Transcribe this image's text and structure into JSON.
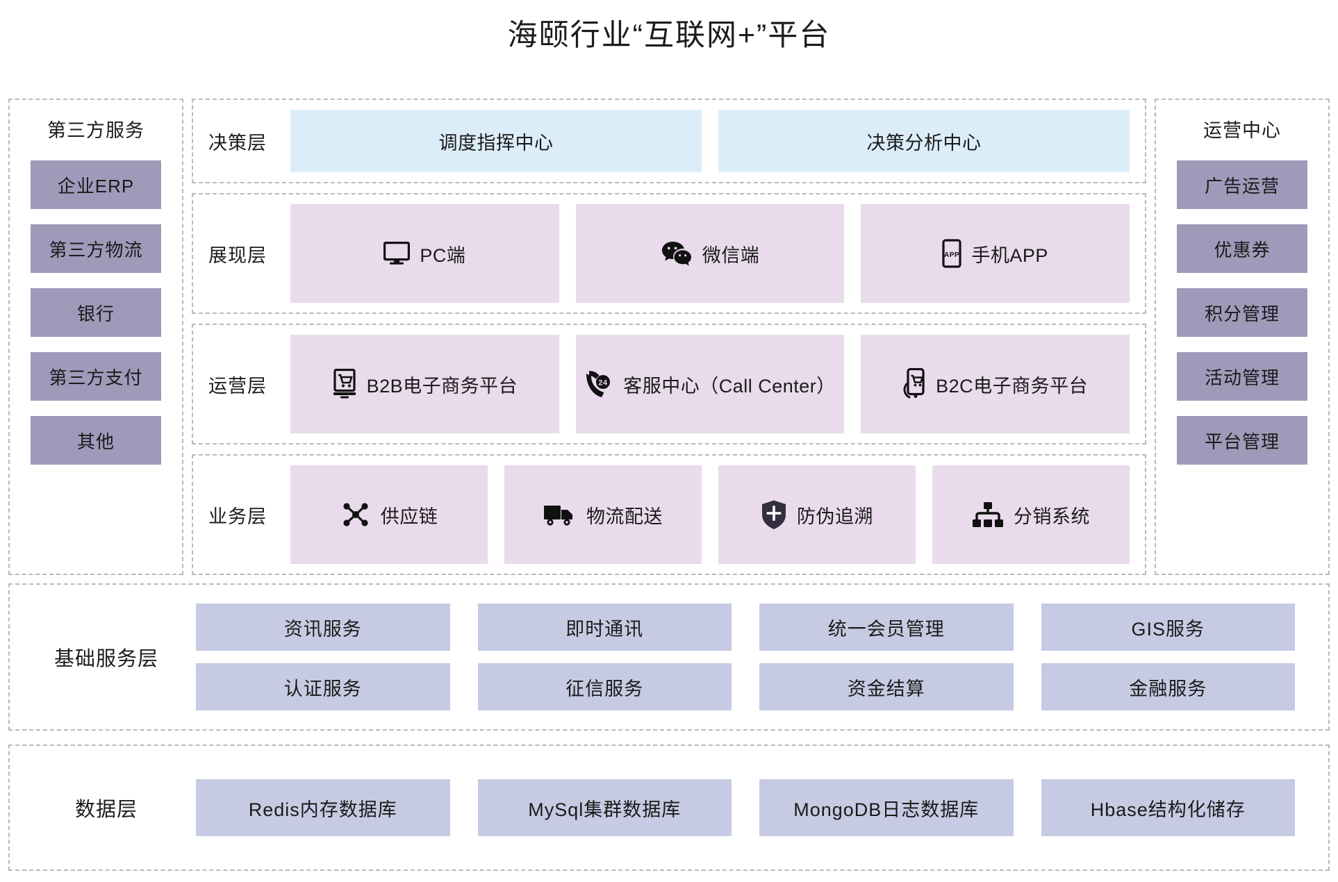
{
  "title": "海颐行业“互联网+”平台",
  "colors": {
    "purple_chip": "#9e9ab9",
    "blue_chip": "#c6cae2",
    "pink_card": "#e9dbeb",
    "light_blue_card": "#dcedfa",
    "dashed_border": "#b9b9b9",
    "text": "#1a1a1a"
  },
  "left_panel": {
    "title": "第三方服务",
    "items": [
      {
        "label": "企业ERP"
      },
      {
        "label": "第三方物流"
      },
      {
        "label": "银行"
      },
      {
        "label": "第三方支付"
      },
      {
        "label": "其他"
      }
    ]
  },
  "right_panel": {
    "title": "运营中心",
    "items": [
      {
        "label": "广告运营"
      },
      {
        "label": "优惠券"
      },
      {
        "label": "积分管理"
      },
      {
        "label": "活动管理"
      },
      {
        "label": "平台管理"
      }
    ]
  },
  "layers": [
    {
      "label": "决策层",
      "style": "blue",
      "cards": [
        {
          "label": "调度指挥中心",
          "icon": ""
        },
        {
          "label": "决策分析中心",
          "icon": ""
        }
      ]
    },
    {
      "label": "展现层",
      "style": "pink",
      "cards": [
        {
          "label": "PC端",
          "icon": "monitor-icon"
        },
        {
          "label": "微信端",
          "icon": "wechat-icon"
        },
        {
          "label": "手机APP",
          "icon": "mobile-app-icon"
        }
      ]
    },
    {
      "label": "运营层",
      "style": "pink",
      "cards": [
        {
          "label": "B2B电子商务平台",
          "icon": "desktop-cart-icon"
        },
        {
          "label": "客服中心（Call Center）",
          "icon": "phone-24-icon"
        },
        {
          "label": "B2C电子商务平台",
          "icon": "mobile-cart-icon"
        }
      ]
    },
    {
      "label": "业务层",
      "style": "pink",
      "cards": [
        {
          "label": "供应链",
          "icon": "supply-chain-icon"
        },
        {
          "label": "物流配送",
          "icon": "truck-icon"
        },
        {
          "label": "防伪追溯",
          "icon": "shield-icon"
        },
        {
          "label": "分销系统",
          "icon": "distribution-tree-icon"
        }
      ]
    }
  ],
  "base_layer": {
    "label": "基础服务层",
    "rows": [
      [
        {
          "label": "资讯服务"
        },
        {
          "label": "即时通讯"
        },
        {
          "label": "统一会员管理"
        },
        {
          "label": "GIS服务"
        }
      ],
      [
        {
          "label": "认证服务"
        },
        {
          "label": "征信服务"
        },
        {
          "label": "资金结算"
        },
        {
          "label": "金融服务"
        }
      ]
    ]
  },
  "data_layer": {
    "label": "数据层",
    "items": [
      {
        "label": "Redis内存数据库"
      },
      {
        "label": "MySql集群数据库"
      },
      {
        "label": "MongoDB日志数据库"
      },
      {
        "label": "Hbase结构化储存"
      }
    ]
  }
}
